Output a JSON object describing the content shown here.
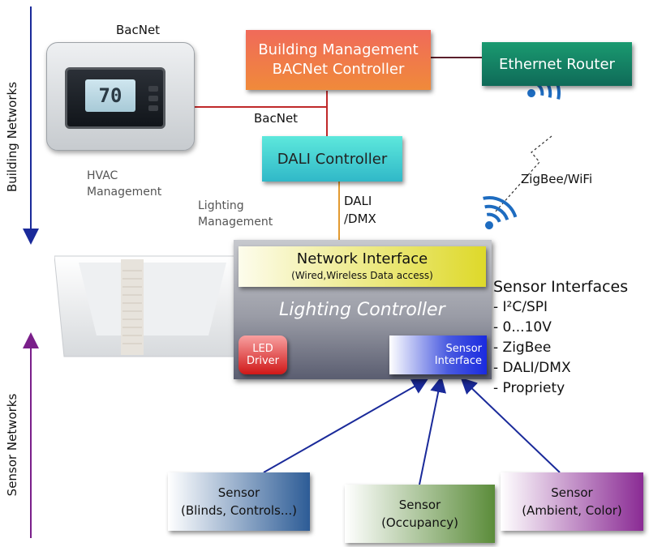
{
  "side_labels": {
    "building_networks": "Building Networks",
    "sensor_networks": "Sensor Networks"
  },
  "hvac": {
    "bacnet_top": "BacNet",
    "bacnet_link": "BacNet",
    "label_line1": "HVAC",
    "label_line2": "Management",
    "display_temp": "70"
  },
  "lighting_management": {
    "line1": "Lighting",
    "line2": "Management"
  },
  "bms": {
    "line1": "Building Management",
    "line2": "BACNet Controller",
    "color": "#f06a5a"
  },
  "router": {
    "label": "Ethernet Router",
    "color": "#1a9a70"
  },
  "dali_controller": {
    "label": "DALI Controller",
    "color": "#4fd8d0"
  },
  "dali_dmx": {
    "line1": "DALI",
    "line2": "/DMX"
  },
  "wireless": {
    "label": "ZigBee/WiFi",
    "icon_color": "#1e6cc0"
  },
  "lighting_controller": {
    "title": "Lighting Controller",
    "network_interface_title": "Network Interface",
    "network_interface_sub": "(Wired,Wireless Data access)",
    "led_driver_line1": "LED",
    "led_driver_line2": "Driver",
    "sensor_interface_line1": "Sensor",
    "sensor_interface_line2": "Interface"
  },
  "sensor_interfaces": {
    "heading": "Sensor Interfaces",
    "items": [
      "I²C/SPI",
      "0...10V",
      "ZigBee",
      "DALI/DMX",
      "Propriety"
    ]
  },
  "sensors": [
    {
      "line1": "Sensor",
      "line2": "(Blinds, Controls...)",
      "color": "#2d5c96"
    },
    {
      "line1": "Sensor",
      "line2": "(Occupancy)",
      "color": "#5b8c3a"
    },
    {
      "line1": "Sensor",
      "line2": "(Ambient, Color)",
      "color": "#8a2b94"
    }
  ],
  "colors": {
    "wire_red": "#c0292a",
    "wire_dark": "#5a1f2b",
    "wire_orange": "#e39a30",
    "arrow_blue": "#1a2a9a",
    "arrow_purple": "#7a1f8a"
  }
}
